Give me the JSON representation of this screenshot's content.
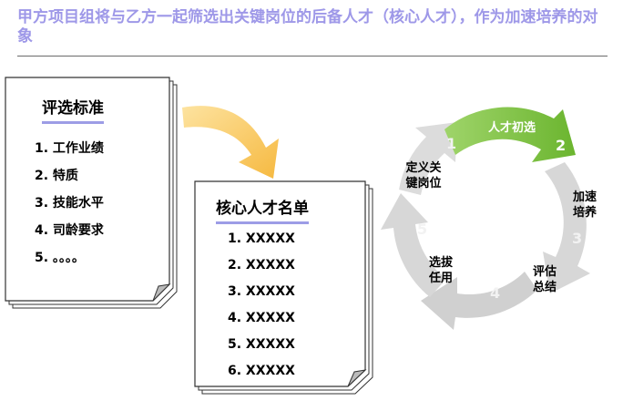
{
  "title": "甲方项目组将与乙方一起筛选出关键岗位的后备人才（核心人才），作为加速培养的对象",
  "criteria_doc": {
    "heading": "评选标准",
    "items": [
      "1.  工作业绩",
      "2.  特质",
      "3.  技能水平",
      "4.  司龄要求",
      "5.  。。。。"
    ]
  },
  "talent_doc": {
    "heading": "核心人才名单",
    "items": [
      "1.  XXXXX",
      "2.  XXXXX",
      "3.  XXXXX",
      "4.  XXXXX",
      "5.  XXXXX",
      "6.  XXXXX"
    ]
  },
  "cycle": {
    "steps": [
      {
        "num": "1",
        "label": "定义关\n键岗位"
      },
      {
        "num": "2",
        "label": "人才初选"
      },
      {
        "num": "3",
        "label": "加速\n培养"
      },
      {
        "num": "4",
        "label": "评估\n总结"
      },
      {
        "num": "5",
        "label": "选拔\n任用"
      }
    ]
  },
  "colors": {
    "title": "#9e98e8",
    "heading_underline": "#9d9de6",
    "arrow_orange": "#f6b940",
    "cycle_gray": "#d4d4d4",
    "cycle_green": "#7dc142"
  }
}
